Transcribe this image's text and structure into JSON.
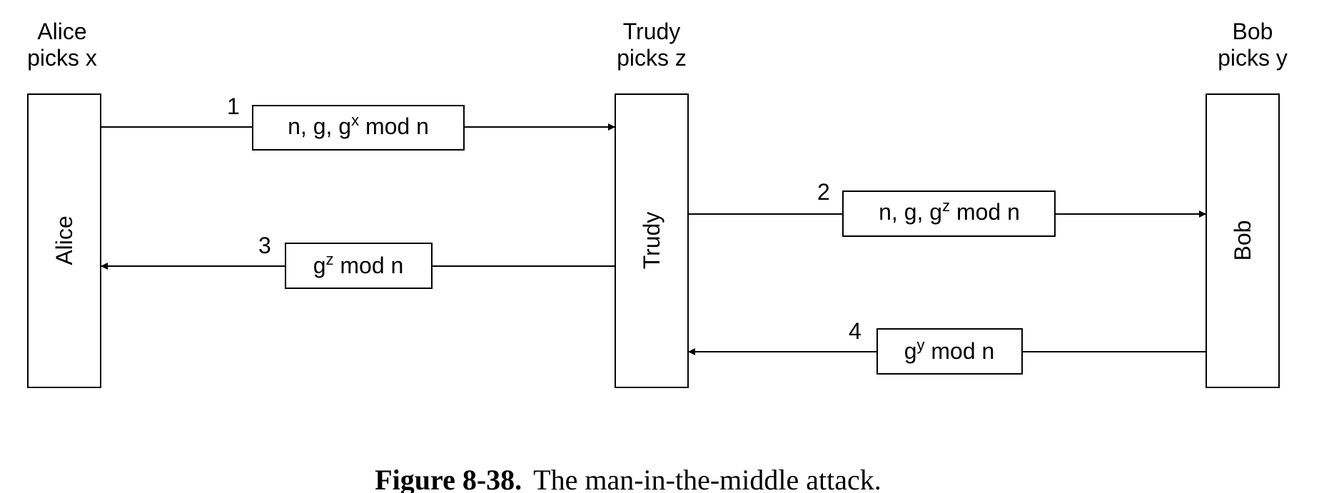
{
  "actors": {
    "alice": {
      "header_line1": "Alice",
      "header_line2": "picks x",
      "box_label": "Alice"
    },
    "trudy": {
      "header_line1": "Trudy",
      "header_line2": "picks z",
      "box_label": "Trudy"
    },
    "bob": {
      "header_line1": "Bob",
      "header_line2": "picks y",
      "box_label": "Bob"
    }
  },
  "messages": [
    {
      "number": "1",
      "base": "n, g, g",
      "exponent": "x",
      "suffix": " mod n"
    },
    {
      "number": "2",
      "base": "n, g, g",
      "exponent": "z",
      "suffix": " mod n"
    },
    {
      "number": "3",
      "base": "g",
      "exponent": "z",
      "suffix": " mod n"
    },
    {
      "number": "4",
      "base": "g",
      "exponent": "y",
      "suffix": " mod n"
    }
  ],
  "caption": {
    "label": "Figure 8-38.",
    "text": "The man-in-the-middle attack."
  }
}
